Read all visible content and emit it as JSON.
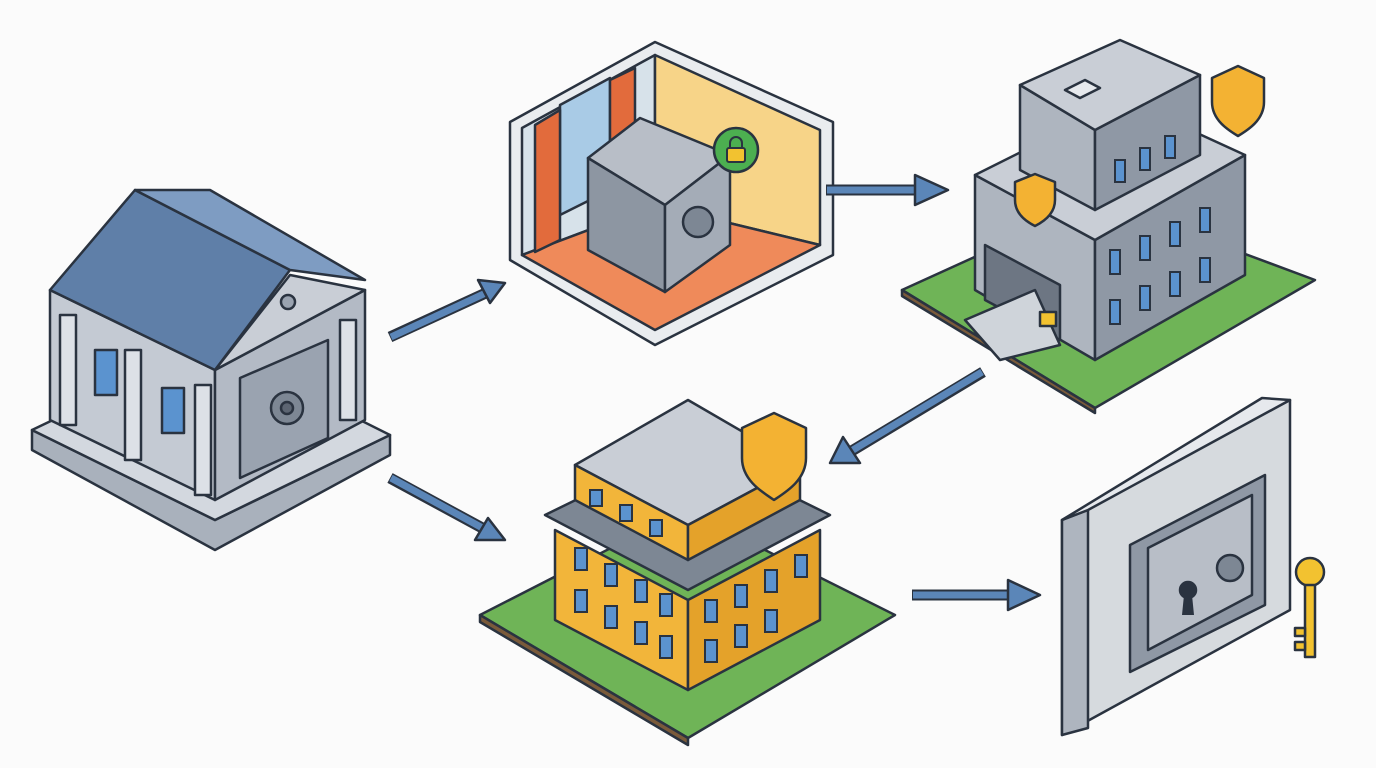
{
  "diagram": {
    "nodes": [
      {
        "id": "bank",
        "icon": "bank-vault-building-icon"
      },
      {
        "id": "home-safe",
        "icon": "home-safe-room-icon"
      },
      {
        "id": "secure-office",
        "icon": "secure-office-building-icon"
      },
      {
        "id": "secure-apartment",
        "icon": "secure-apartment-building-icon"
      },
      {
        "id": "wall-safe",
        "icon": "wall-safe-with-key-icon"
      }
    ],
    "edges": [
      {
        "from": "bank",
        "to": "home-safe"
      },
      {
        "from": "bank",
        "to": "secure-apartment"
      },
      {
        "from": "home-safe",
        "to": "secure-office"
      },
      {
        "from": "secure-office",
        "to": "secure-apartment"
      },
      {
        "from": "secure-apartment",
        "to": "wall-safe"
      }
    ],
    "colors": {
      "background": "#fbfbfb",
      "arrow": "#5b86b8",
      "outline": "#2a3340",
      "stone": "#c4cad3",
      "roof": "#5f7fa8",
      "grass": "#6fb457",
      "building_yellow": "#f2b53a",
      "floor_orange": "#ef8a5a",
      "wall_yellow": "#f7d488",
      "shield": "#f3b233",
      "lock_green": "#4caf50",
      "key": "#f2c230"
    }
  }
}
